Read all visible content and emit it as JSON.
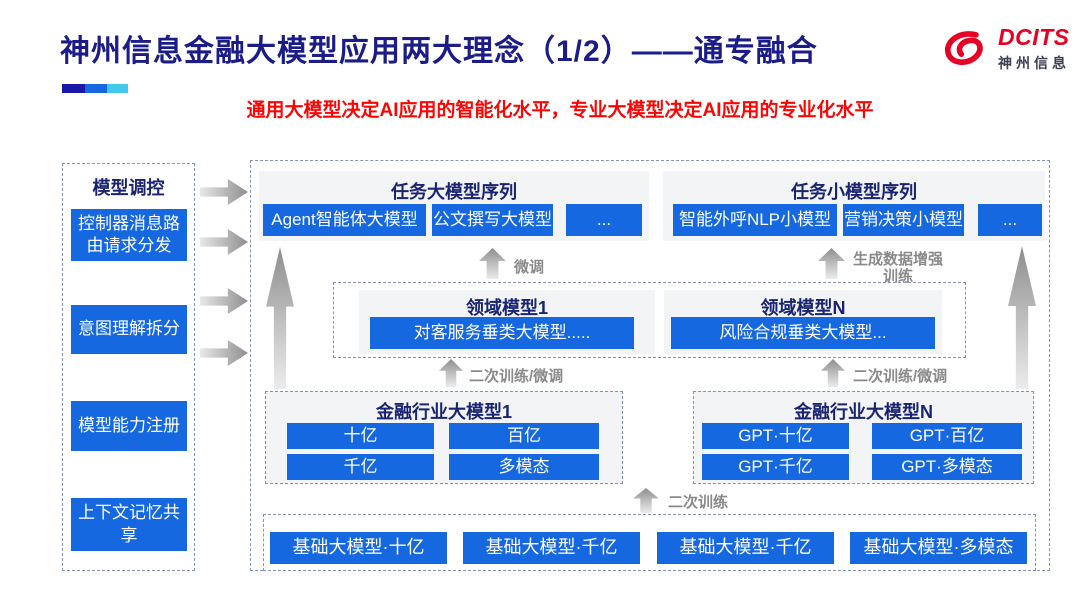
{
  "header": {
    "title": "神州信息金融大模型应用两大理念（1/2）——通专融合",
    "subtitle": "通用大模型决定AI应用的智能化水平，专业大模型决定AI应用的专业化水平",
    "logo": {
      "brand": "DCITS",
      "brand_cn": "神州信息"
    }
  },
  "colors": {
    "accent_blue": "#1568e0",
    "title_navy": "#1b1c87",
    "logo_red": "#e60023",
    "subtitle_red": "#fb0505",
    "panel_gray": "#f3f4f6",
    "dashed_border": "#8592be",
    "arrow_gray": "#8e8e8e"
  },
  "sidebar": {
    "title": "模型调控",
    "items": [
      {
        "label": "控制器消息路由请求分发"
      },
      {
        "label": "意图理解拆分"
      },
      {
        "label": "模型能力注册"
      },
      {
        "label": "上下文记忆共享"
      }
    ]
  },
  "main": {
    "task_large": {
      "title": "任务大模型序列",
      "items": [
        "Agent智能体大模型",
        "公文撰写大模型",
        "..."
      ]
    },
    "task_small": {
      "title": "任务小模型序列",
      "items": [
        "智能外呼NLP小模型",
        "营销决策小模型",
        "..."
      ]
    },
    "flow_labels": {
      "fine_tune": "微调",
      "gen_data_line1": "生成数据增强",
      "gen_data_line2": "训练",
      "retrain_finetune": "二次训练/微调",
      "retrain": "二次训练"
    },
    "domain_left": {
      "title": "领域模型1",
      "item": "对客服务垂类大模型....."
    },
    "domain_right": {
      "title": "领域模型N",
      "item": "风险合规垂类大模型..."
    },
    "industry_1": {
      "title": "金融行业大模型1",
      "items": [
        "十亿",
        "百亿",
        "千亿",
        "多模态"
      ]
    },
    "industry_n": {
      "title": "金融行业大模型N",
      "items": [
        "GPT·十亿",
        "GPT·百亿",
        "GPT·千亿",
        "GPT·多模态"
      ]
    },
    "base_models": {
      "items": [
        "基础大模型·十亿",
        "基础大模型·千亿",
        "基础大模型·千亿",
        "基础大模型·多模态"
      ]
    }
  }
}
